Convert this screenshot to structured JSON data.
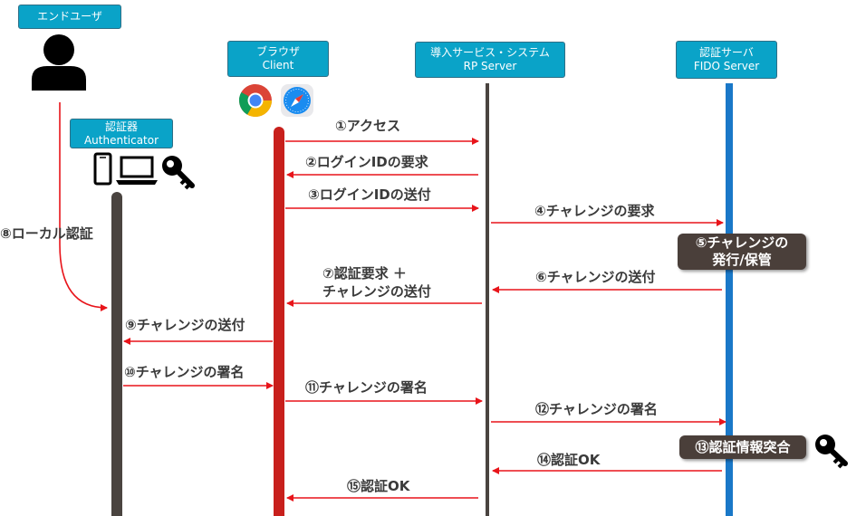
{
  "actors": {
    "user": "エンドユーザ",
    "browser": [
      "ブラウザ",
      "Client"
    ],
    "rp": [
      "導入サービス・システム",
      "RP Server"
    ],
    "fido": [
      "認証サーバ",
      "FIDO Server"
    ],
    "authenticator": [
      "認証器",
      "Authenticator"
    ]
  },
  "icons": [
    "person-icon",
    "chrome-icon",
    "safari-icon",
    "smartphone-icon",
    "laptop-icon",
    "key-icon"
  ],
  "colors": {
    "actor_box": "#0aa3c8",
    "browser_lifeline": "#c8201c",
    "fido_lifeline": "#1a78c8",
    "lifeline_dark": "#4a4440",
    "arrow": "#e8141a"
  },
  "messages": [
    "①アクセス",
    "②ログインIDの要求",
    "③ログインIDの送付",
    "④チャレンジの要求",
    "⑥チャレンジの送付",
    [
      "⑦認証要求 ＋",
      "チャレンジの送付"
    ],
    "⑧ローカル認証",
    "⑨チャレンジの送付",
    "⑩チャレンジの署名",
    "⑪チャレンジの署名",
    "⑫チャレンジの署名",
    "⑭認証OK",
    "⑮認証OK"
  ],
  "notes": {
    "challenge_issue": [
      "⑤チャレンジの",
      "発行/保管"
    ],
    "auth_check": "⑬認証情報突合"
  }
}
